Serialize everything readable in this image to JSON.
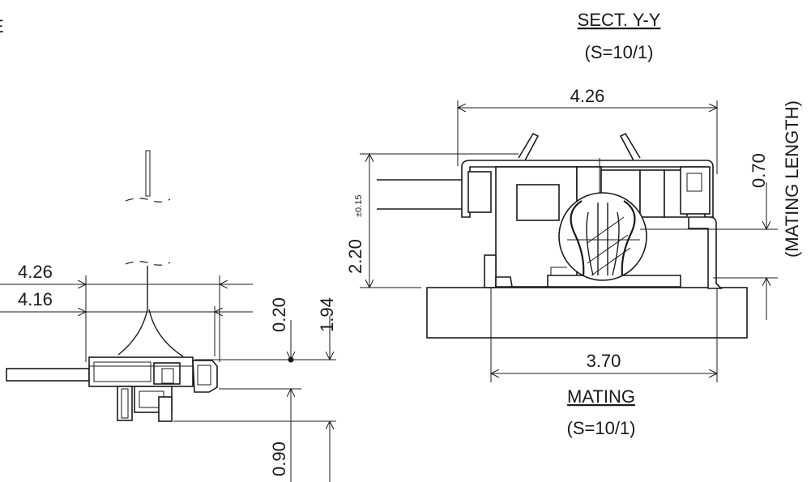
{
  "left_view": {
    "dim_width_outer": "4.26",
    "dim_width_inner": "4.16",
    "dim_upper_height": "0.20",
    "dim_total_height": "1.94",
    "dim_lower_height": "0.90"
  },
  "section_view": {
    "title": "SECT. Y-Y",
    "scale": "(S=10/1)",
    "dim_width": "4.26",
    "dim_height": "2.20",
    "dim_height_tolerance": "±0.15",
    "dim_mating_length": "0.70",
    "mating_length_label": "(MATING LENGTH)",
    "dim_pcb_width": "3.70"
  },
  "mating_label": {
    "title": "MATING",
    "scale": "(S=10/1)"
  },
  "corner_mark": "E"
}
